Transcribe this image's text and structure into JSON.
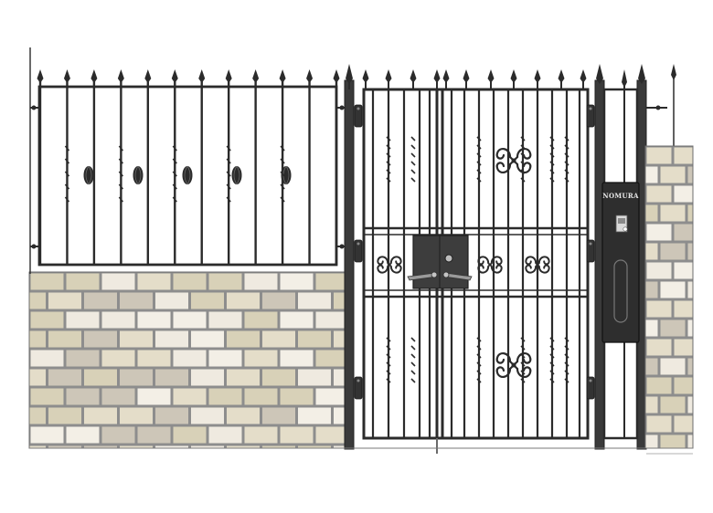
{
  "scene": {
    "title": "",
    "background_color": "#ffffff"
  },
  "colors": {
    "iron": "#2b2b2b",
    "iron_light": "#4a4a4a",
    "mortar": "#8d8d8d",
    "brick_fills": [
      "#efeae0",
      "#e4ddc9",
      "#d8d1b8",
      "#cdc6b8",
      "#f3efe6"
    ],
    "panel": "#2e2e2e",
    "brand_text": "#e6e6e6"
  },
  "intercom": {
    "brand": "NOMURA"
  },
  "counts": {
    "fence_pickets": 12,
    "fence_twisted_ornaments": 5,
    "gate_scroll_ornaments": 6,
    "gate_hinges": 6
  }
}
